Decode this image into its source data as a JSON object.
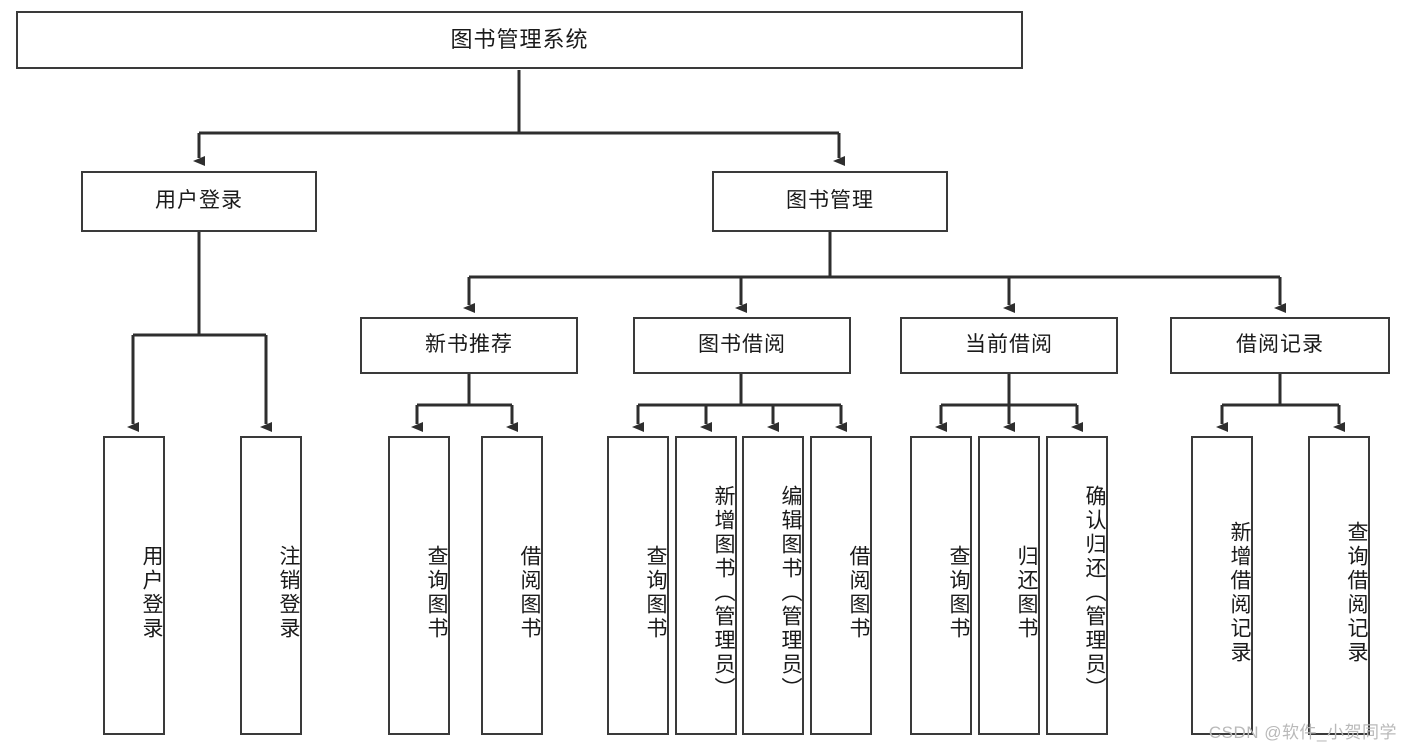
{
  "diagram": {
    "title": "图书管理系统",
    "watermark": "CSDN @软件_小贺同学",
    "colors": {
      "box_border": "#3a3a3a",
      "box_fill": "#ffffff",
      "connector": "#2e2e2e",
      "text": "#1a1a1a",
      "watermark": "#b9b9b9"
    },
    "root": {
      "label": "图书管理系统"
    },
    "level2": [
      {
        "label": "用户登录"
      },
      {
        "label": "图书管理"
      }
    ],
    "level3": [
      {
        "label": "新书推荐"
      },
      {
        "label": "图书借阅"
      },
      {
        "label": "当前借阅"
      },
      {
        "label": "借阅记录"
      }
    ],
    "leaves_user_login": [
      {
        "label": "用户登录"
      },
      {
        "label": "注销登录"
      }
    ],
    "leaves_new_book": [
      {
        "label": "查询图书"
      },
      {
        "label": "借阅图书"
      }
    ],
    "leaves_book_borrow": [
      {
        "label": "查询图书"
      },
      {
        "label": "新增图书（管理员）"
      },
      {
        "label": "编辑图书（管理员）"
      },
      {
        "label": "借阅图书"
      }
    ],
    "leaves_current_borrow": [
      {
        "label": "查询图书"
      },
      {
        "label": "归还图书"
      },
      {
        "label": "确认归还（管理员）"
      }
    ],
    "leaves_borrow_record": [
      {
        "label": "新增借阅记录"
      },
      {
        "label": "查询借阅记录"
      }
    ]
  }
}
